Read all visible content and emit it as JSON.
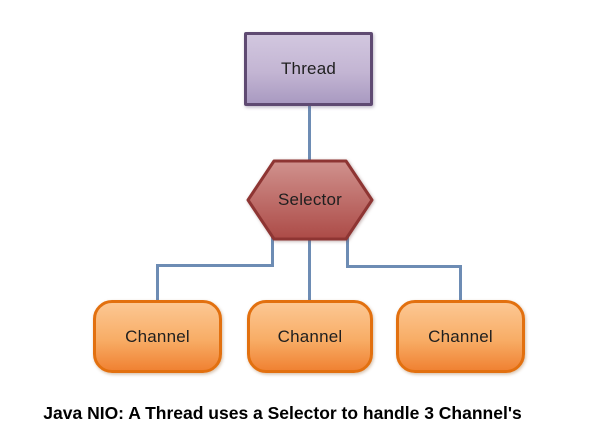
{
  "caption": "Java NIO: A Thread uses a Selector to handle 3 Channel's",
  "nodes": {
    "thread": {
      "label": "Thread",
      "shape": "rectangle"
    },
    "selector": {
      "label": "Selector",
      "shape": "hexagon"
    },
    "channels": [
      {
        "label": "Channel"
      },
      {
        "label": "Channel"
      },
      {
        "label": "Channel"
      }
    ]
  },
  "edges": [
    {
      "from": "thread",
      "to": "selector"
    },
    {
      "from": "selector",
      "to": "channel-1"
    },
    {
      "from": "selector",
      "to": "channel-2"
    },
    {
      "from": "selector",
      "to": "channel-3"
    }
  ],
  "colors": {
    "connector": "#6d8cb4",
    "thread_fill_top": "#d2c7df",
    "thread_fill_bottom": "#a99ac1",
    "thread_border": "#5f4a72",
    "selector_fill_top": "#d0918d",
    "selector_fill_bottom": "#ac4b47",
    "selector_border": "#8e3533",
    "channel_fill_top": "#fcc793",
    "channel_fill_bottom": "#f08233",
    "channel_border": "#e2700f",
    "text": "#1f1f1f",
    "caption_text": "#000000",
    "background": "#ffffff"
  }
}
